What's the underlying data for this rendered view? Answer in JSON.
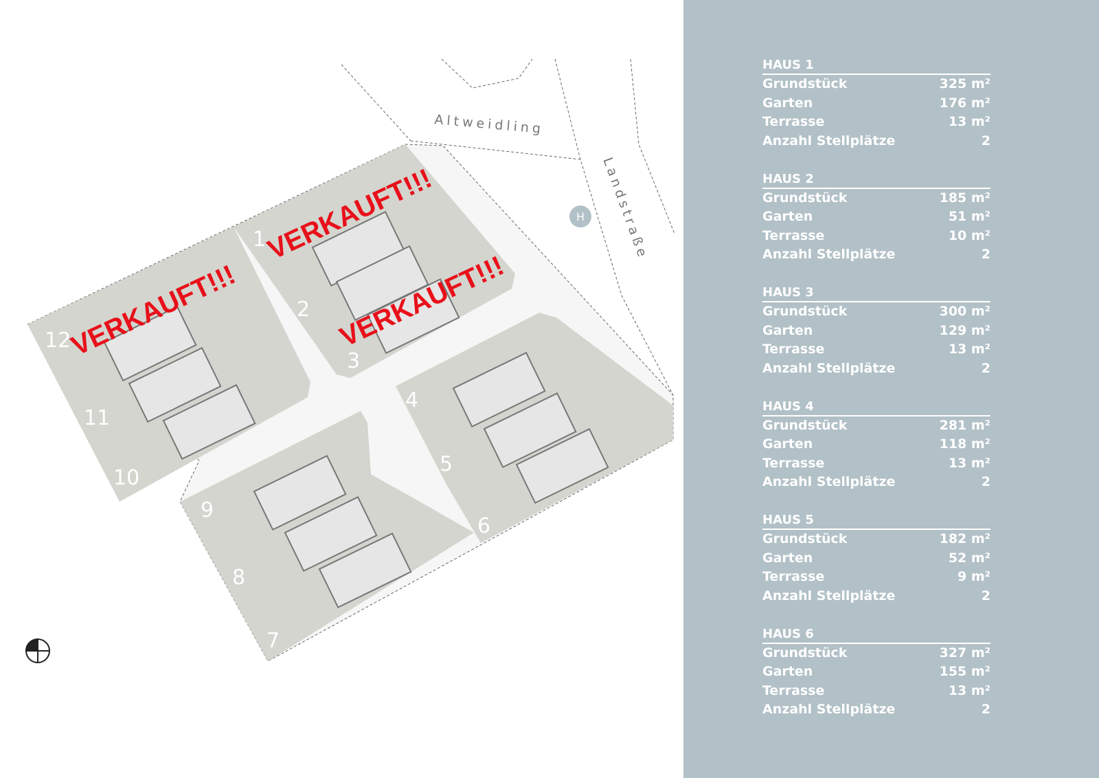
{
  "map": {
    "streets": [
      "Altweidling",
      "Landstraße"
    ],
    "bus_stop": "H",
    "lots": [
      "1",
      "2",
      "3",
      "4",
      "5",
      "6",
      "7",
      "8",
      "9",
      "10",
      "11",
      "12"
    ],
    "sold_label": "VERKAUFT!!!",
    "colors": {
      "lot": "#d3d5ce",
      "road": "#f6f6f6",
      "house": "#e6e6e6",
      "sold": "#e8101a",
      "panel": "#b2c0c7"
    }
  },
  "houses": [
    {
      "title": "HAUS 1",
      "rows": [
        {
          "label": "Grundstück",
          "value": "325 m²"
        },
        {
          "label": "Garten",
          "value": "176 m²"
        },
        {
          "label": "Terrasse",
          "value": "13 m²"
        },
        {
          "label": "Anzahl Stellplätze",
          "value": "2"
        }
      ]
    },
    {
      "title": "HAUS 2",
      "rows": [
        {
          "label": "Grundstück",
          "value": "185 m²"
        },
        {
          "label": "Garten",
          "value": "51 m²"
        },
        {
          "label": "Terrasse",
          "value": "10 m²"
        },
        {
          "label": "Anzahl Stellplätze",
          "value": "2"
        }
      ]
    },
    {
      "title": "HAUS 3",
      "rows": [
        {
          "label": "Grundstück",
          "value": "300 m²"
        },
        {
          "label": "Garten",
          "value": "129 m²"
        },
        {
          "label": "Terrasse",
          "value": "13 m²"
        },
        {
          "label": "Anzahl Stellplätze",
          "value": "2"
        }
      ]
    },
    {
      "title": "HAUS 4",
      "rows": [
        {
          "label": "Grundstück",
          "value": "281 m²"
        },
        {
          "label": "Garten",
          "value": "118 m²"
        },
        {
          "label": "Terrasse",
          "value": "13 m²"
        },
        {
          "label": "Anzahl Stellplätze",
          "value": "2"
        }
      ]
    },
    {
      "title": "HAUS 5",
      "rows": [
        {
          "label": "Grundstück",
          "value": "182 m²"
        },
        {
          "label": "Garten",
          "value": "52 m²"
        },
        {
          "label": "Terrasse",
          "value": "9 m²"
        },
        {
          "label": "Anzahl Stellplätze",
          "value": "2"
        }
      ]
    },
    {
      "title": "HAUS 6",
      "rows": [
        {
          "label": "Grundstück",
          "value": "327 m²"
        },
        {
          "label": "Garten",
          "value": "155 m²"
        },
        {
          "label": "Terrasse",
          "value": "13 m²"
        },
        {
          "label": "Anzahl Stellplätze",
          "value": "2"
        }
      ]
    }
  ]
}
